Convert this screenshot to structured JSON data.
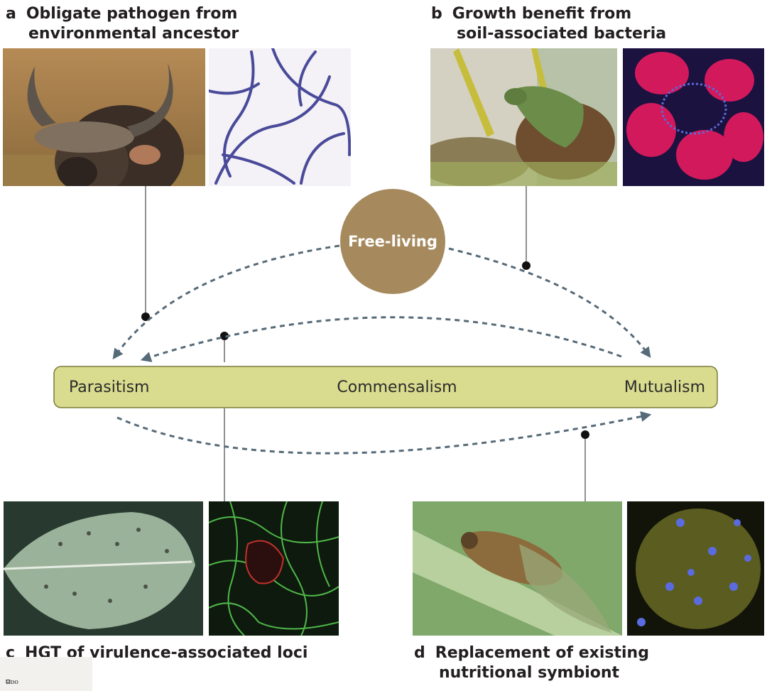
{
  "panels": {
    "a": {
      "letter": "a",
      "title_line1": "Obligate pathogen from",
      "title_line2": "environmental ancestor"
    },
    "b": {
      "letter": "b",
      "title_line1": "Growth benefit from",
      "title_line2": "soil-associated bacteria"
    },
    "c": {
      "letter": "c",
      "title_line1": "HGT of virulence-associated loci"
    },
    "d": {
      "letter": "d",
      "title_line1": "Replacement of existing",
      "title_line2": "nutritional symbiont"
    }
  },
  "spectrum": {
    "left": "Parasitism",
    "center": "Commensalism",
    "right": "Mutualism",
    "bar_color": "#d9dc8e"
  },
  "free_living": {
    "label": "Free-living",
    "color": "#a68a5e"
  },
  "arrow_color": "#566a78",
  "corner_mark": "ϖᴅᴏ",
  "images": {
    "a_left": "buffalo-photo",
    "a_right": "filamentous-bacteria-micrograph",
    "b_left": "stink-bug-photo",
    "b_right": "gut-crypts-fluorescence",
    "c_left": "spotted-leaf-photo",
    "c_right": "plant-cells-fluorescence",
    "d_left": "cicada-photo",
    "d_right": "symbiont-cells-fluorescence"
  }
}
